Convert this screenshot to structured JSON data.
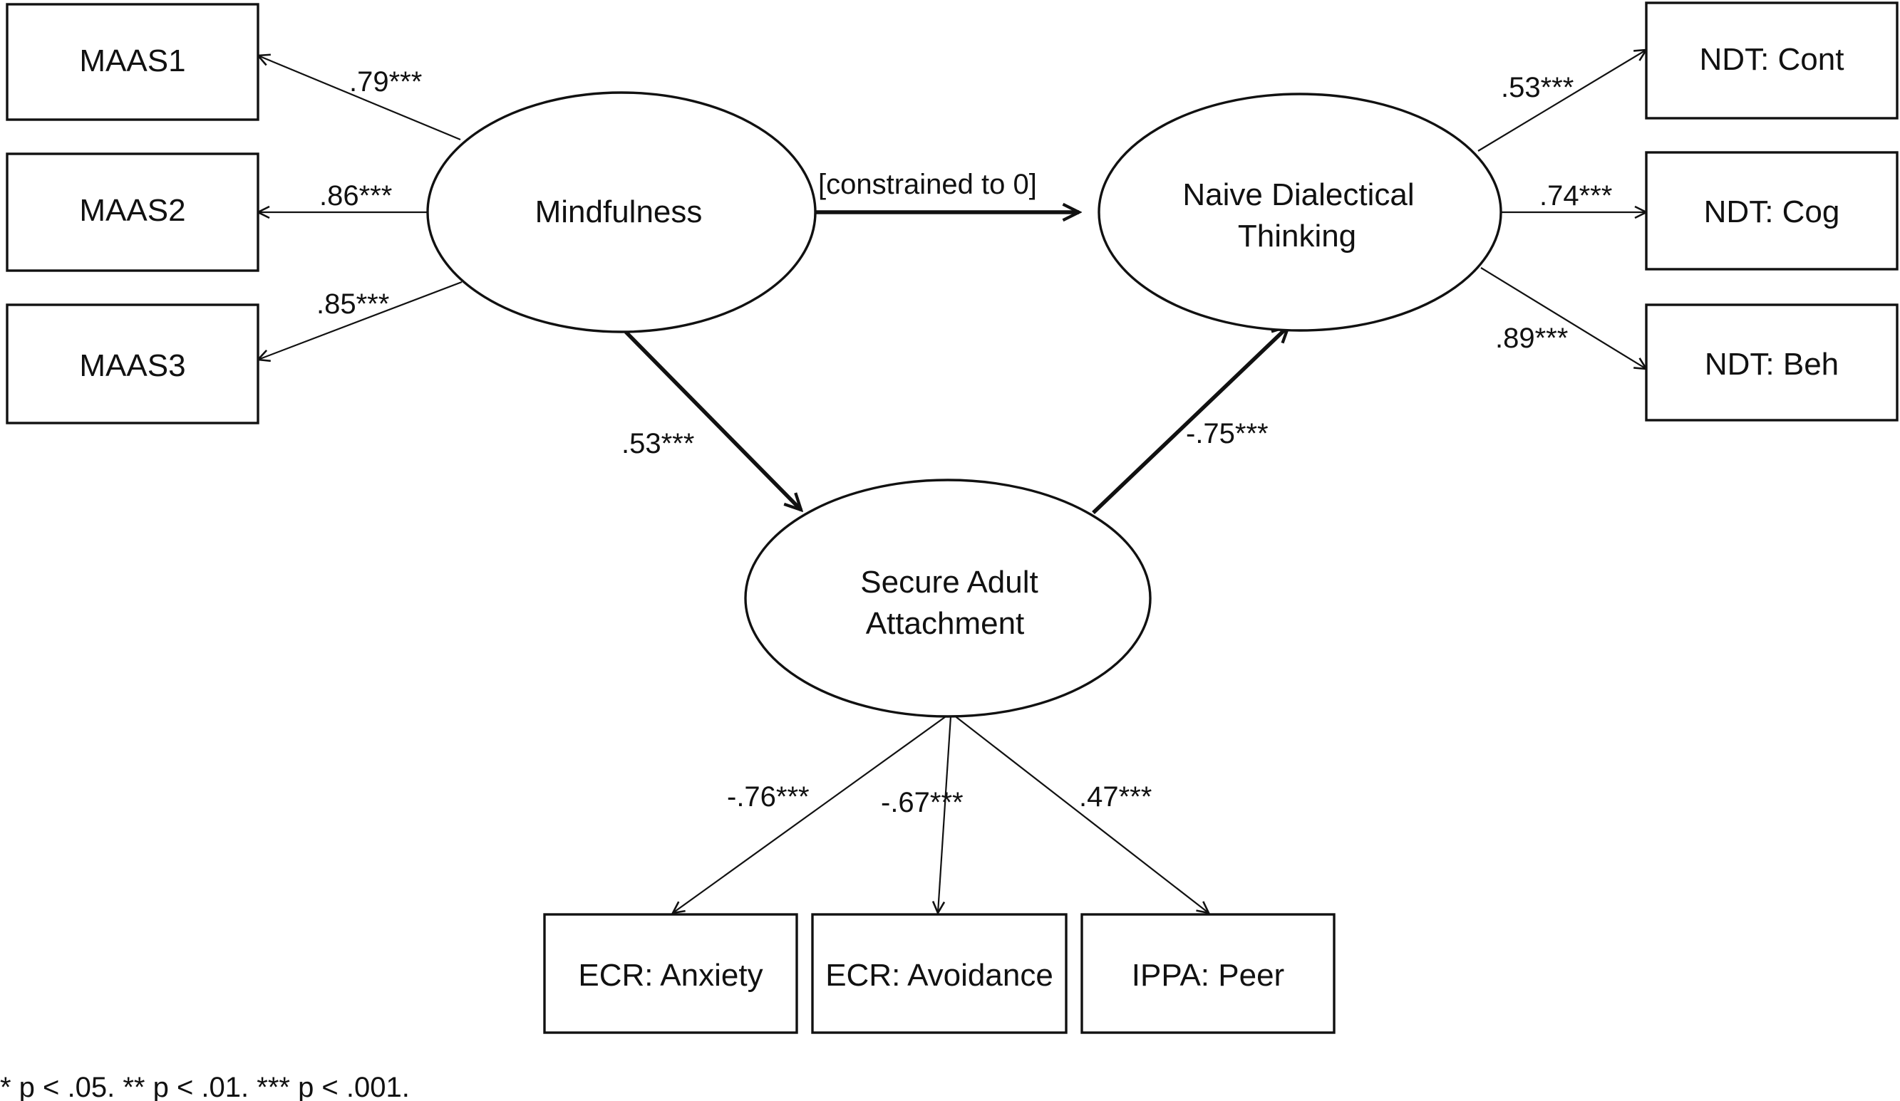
{
  "latent": {
    "mindfulness": "Mindfulness",
    "ndt_line1": "Naive Dialectical",
    "ndt_line2": "Thinking",
    "secure_line1": "Secure Adult",
    "secure_line2": "Attachment"
  },
  "indicators": {
    "maas1": "MAAS1",
    "maas2": "MAAS2",
    "maas3": "MAAS3",
    "ndt_cont": "NDT: Cont",
    "ndt_cog": "NDT: Cog",
    "ndt_beh": "NDT: Beh",
    "ecr_anxiety": "ECR: Anxiety",
    "ecr_avoidance": "ECR: Avoidance",
    "ippa_peer": "IPPA: Peer"
  },
  "loadings": {
    "maas1": ".79***",
    "maas2": ".86***",
    "maas3": ".85***",
    "ndt_cont": ".53***",
    "ndt_cog": ".74***",
    "ndt_beh": ".89***",
    "ecr_anxiety": "-.76***",
    "ecr_avoidance": "-.67***",
    "ippa_peer": ".47***"
  },
  "paths": {
    "mindfulness_to_ndt": "[constrained to 0]",
    "mindfulness_to_secure": ".53***",
    "secure_to_ndt": "-.75***"
  },
  "footnote": "* p < .05.   ** p < .01.   *** p < .001."
}
